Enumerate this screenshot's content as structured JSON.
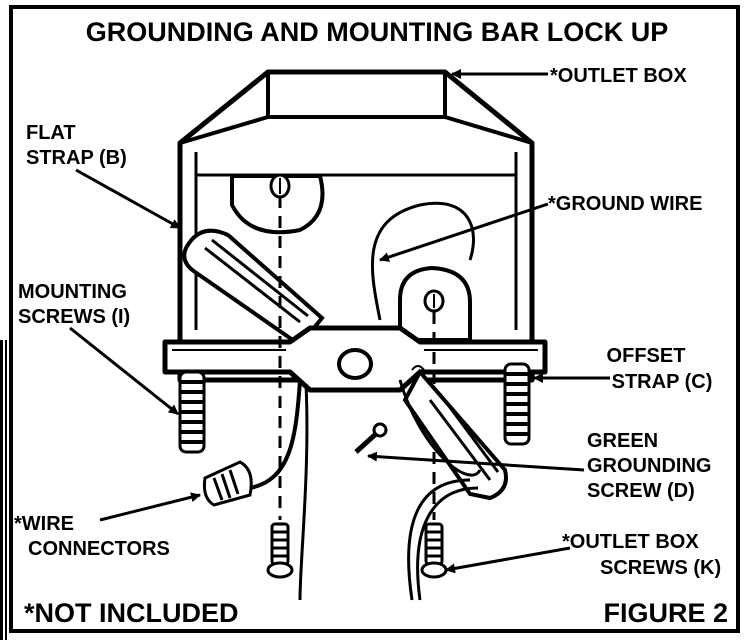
{
  "title": "GROUNDING AND MOUNTING BAR LOCK UP",
  "labels": {
    "outlet_box": "*OUTLET BOX",
    "flat_strap_1": "FLAT",
    "flat_strap_2": "STRAP (B)",
    "ground_wire": "*GROUND WIRE",
    "mounting_screws_1": "MOUNTING",
    "mounting_screws_2": "SCREWS (I)",
    "offset_strap_1": "OFFSET",
    "offset_strap_2": "STRAP (C)",
    "green_screw_1": "GREEN",
    "green_screw_2": "GROUNDING",
    "green_screw_3": "SCREW (D)",
    "wire_connectors_1": "*WIRE",
    "wire_connectors_2": "CONNECTORS",
    "outlet_box_screws_1": "*OUTLET BOX",
    "outlet_box_screws_2": "SCREWS (K)"
  },
  "footer": {
    "not_included": "*NOT INCLUDED",
    "figure": "FIGURE 2"
  }
}
